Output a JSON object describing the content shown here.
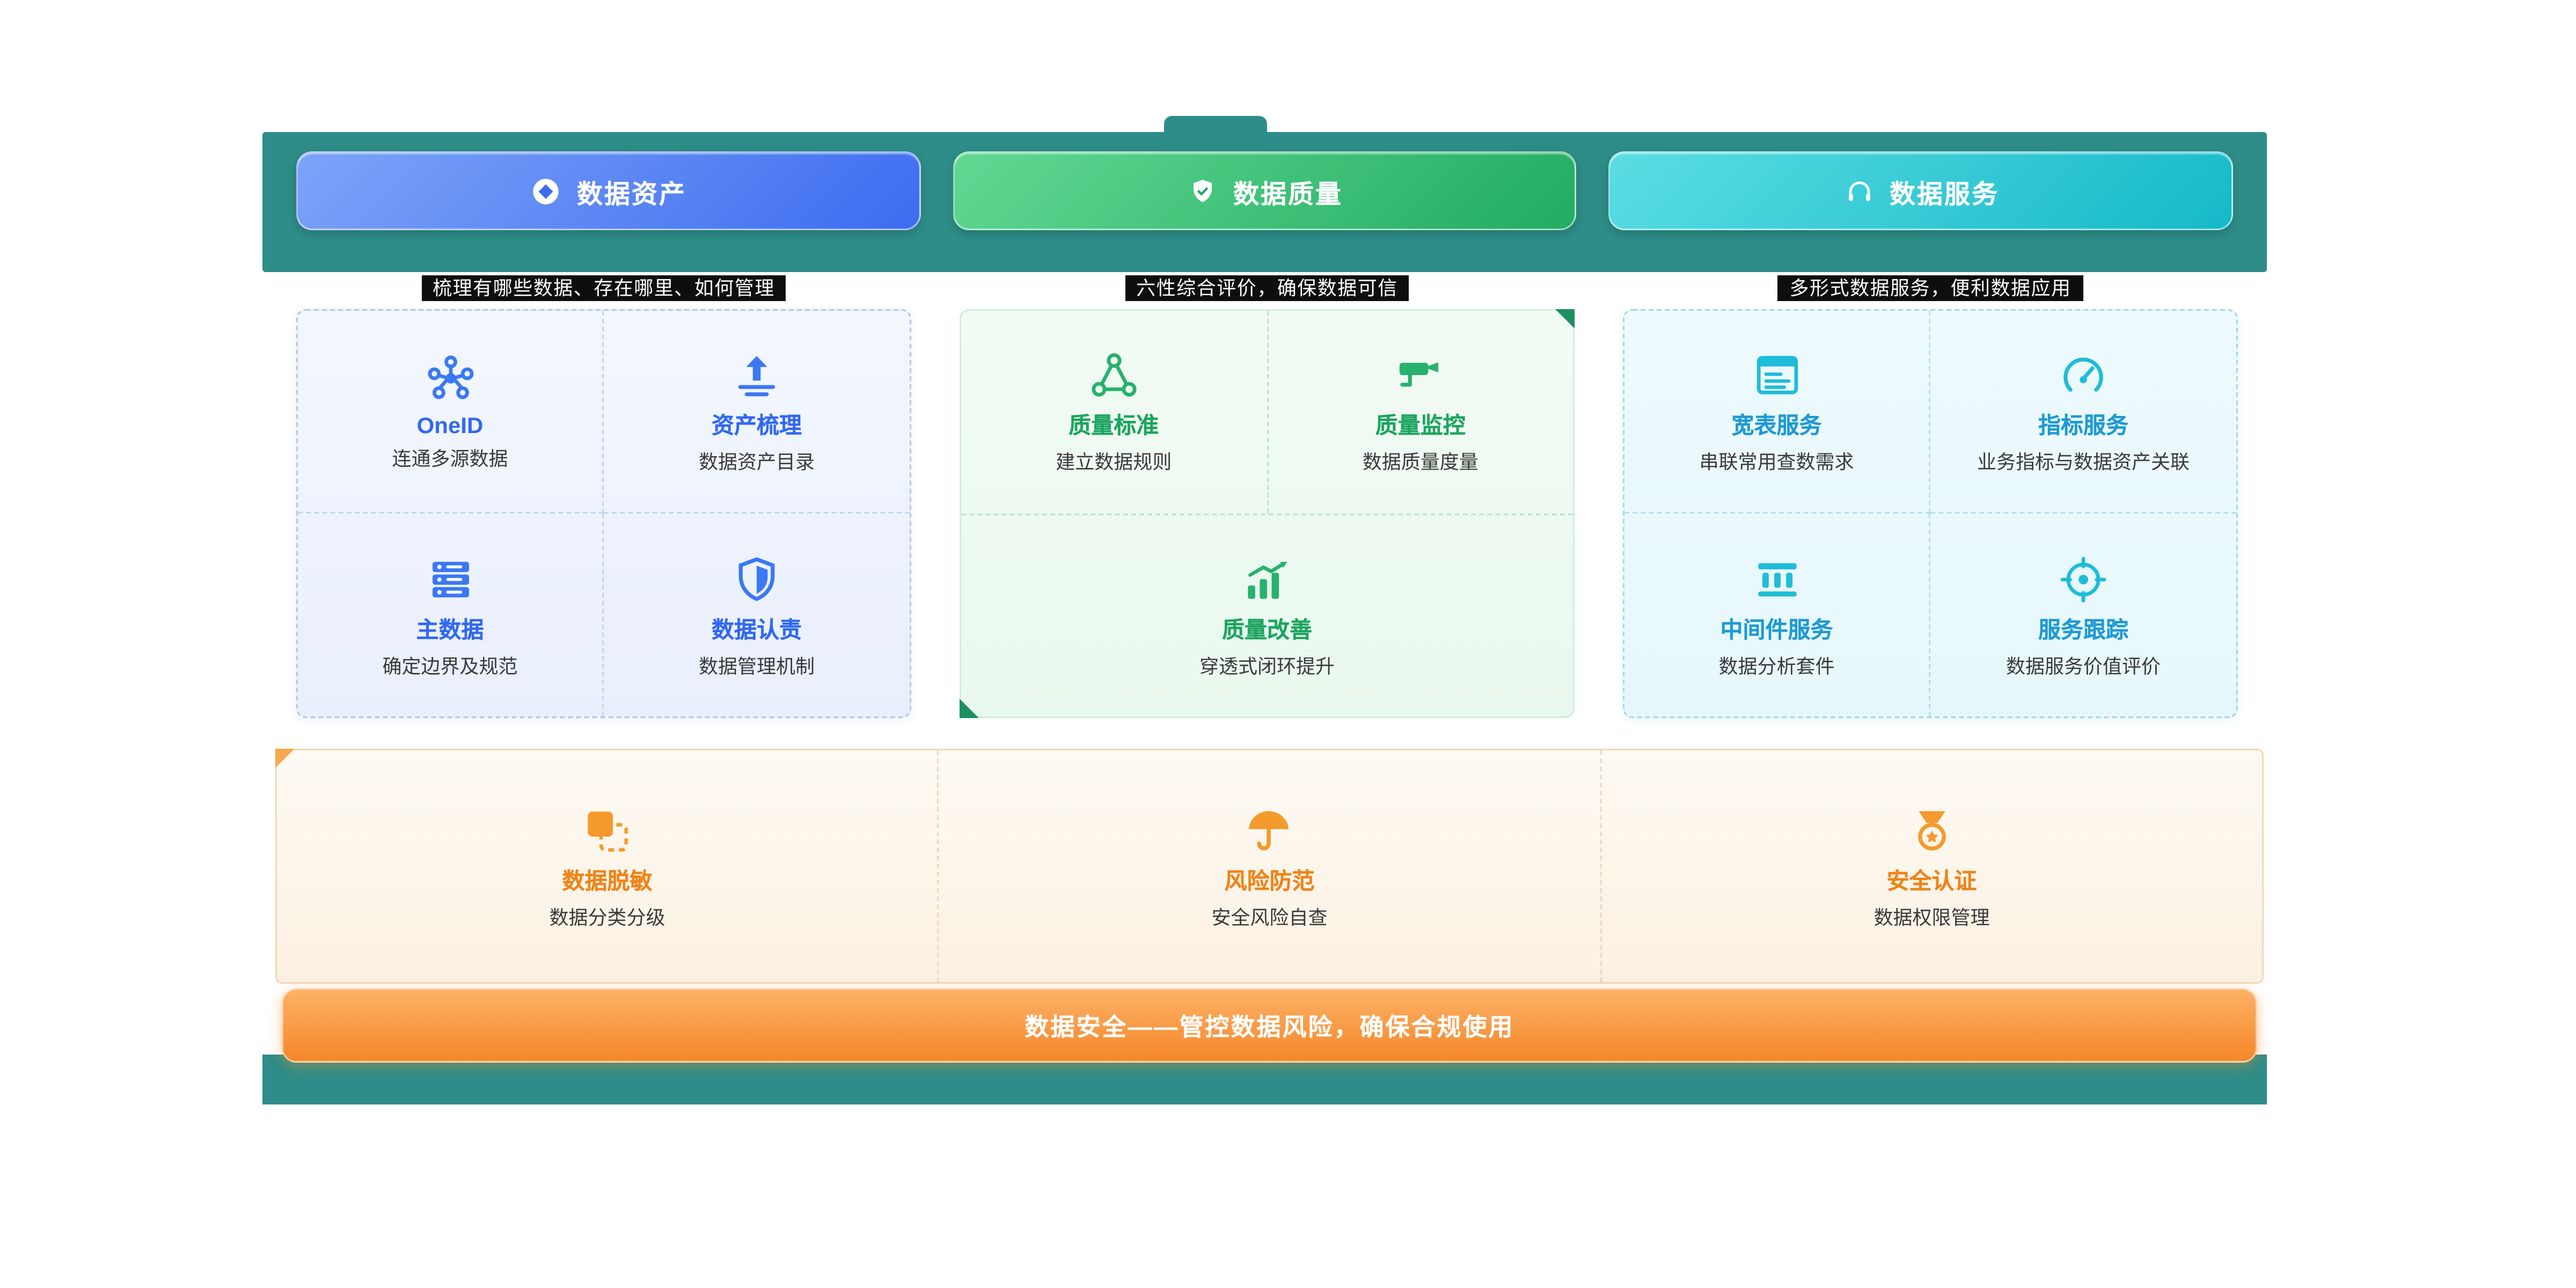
{
  "header": {
    "tabs": [
      {
        "label": "数据资产",
        "caption": "梳理有哪些数据、存在哪里、如何管理"
      },
      {
        "label": "数据质量",
        "caption": "六性综合评价，确保数据可信"
      },
      {
        "label": "数据服务",
        "caption": "多形式数据服务，便利数据应用"
      }
    ]
  },
  "panels": {
    "assets": {
      "items": [
        {
          "title": "OneID",
          "subtitle": "连通多源数据"
        },
        {
          "title": "资产梳理",
          "subtitle": "数据资产目录"
        },
        {
          "title": "主数据",
          "subtitle": "确定边界及规范"
        },
        {
          "title": "数据认责",
          "subtitle": "数据管理机制"
        }
      ]
    },
    "quality": {
      "items": [
        {
          "title": "质量标准",
          "subtitle": "建立数据规则"
        },
        {
          "title": "质量监控",
          "subtitle": "数据质量度量"
        },
        {
          "title": "质量改善",
          "subtitle": "穿透式闭环提升"
        }
      ]
    },
    "services": {
      "items": [
        {
          "title": "宽表服务",
          "subtitle": "串联常用查数需求"
        },
        {
          "title": "指标服务",
          "subtitle": "业务指标与数据资产关联"
        },
        {
          "title": "中间件服务",
          "subtitle": "数据分析套件"
        },
        {
          "title": "服务跟踪",
          "subtitle": "数据服务价值评价"
        }
      ]
    },
    "security": {
      "items": [
        {
          "title": "数据脱敏",
          "subtitle": "数据分类分级"
        },
        {
          "title": "风险防范",
          "subtitle": "安全风险自查"
        },
        {
          "title": "安全认证",
          "subtitle": "数据权限管理"
        }
      ],
      "banner": "数据安全——管控数据风险，确保合规使用"
    }
  },
  "colors": {
    "teal": "#2E8D88",
    "assets_blue": "#3B78F5",
    "quality_green": "#27B26D",
    "services_cyan": "#1FBCD8",
    "security_orange": "#F68A2B"
  }
}
